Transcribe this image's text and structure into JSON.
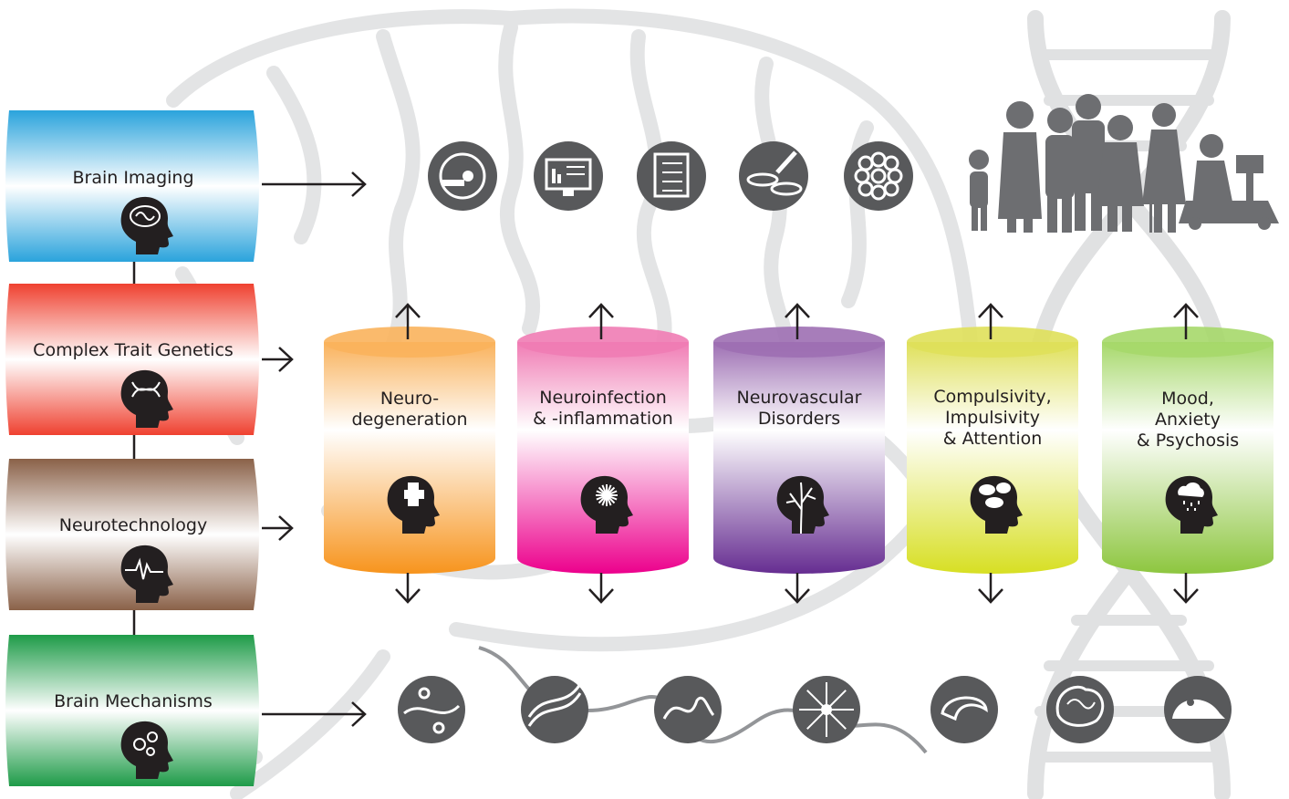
{
  "platforms": [
    {
      "label": "Brain Imaging",
      "icon": "brain-head-icon",
      "color": "#2aa3dc"
    },
    {
      "label": "Complex Trait Genetics",
      "icon": "dna-head-icon",
      "color": "#ef4130"
    },
    {
      "label": "Neurotechnology",
      "icon": "signal-head-icon",
      "color": "#8a6148"
    },
    {
      "label": "Brain Mechanisms",
      "icon": "gears-head-icon",
      "color": "#1e9b48"
    }
  ],
  "disorders": [
    {
      "line1": "Neuro-",
      "line2": "degeneration",
      "line3": "",
      "icon": "puzzle-head-icon",
      "top": "#f9b25c",
      "bottom": "#f7941d"
    },
    {
      "line1": "Neuroinfection",
      "line2": "& -inflammation",
      "line3": "",
      "icon": "burst-head-icon",
      "top": "#f07cb4",
      "bottom": "#ec008c"
    },
    {
      "line1": "Neurovascular",
      "line2": "Disorders",
      "line3": "",
      "icon": "vessel-head-icon",
      "top": "#9d6fb3",
      "bottom": "#662d91"
    },
    {
      "line1": "Compulsivity,",
      "line2": "Impulsivity",
      "line3": "& Attention",
      "icon": "thought-head-icon",
      "top": "#dfe05a",
      "bottom": "#d7df23"
    },
    {
      "line1": "Mood,",
      "line2": "Anxiety",
      "line3": "& Psychosis",
      "icon": "raincloud-head-icon",
      "top": "#a6d86a",
      "bottom": "#8dc63f"
    }
  ],
  "top_icons": [
    "scanner-icon",
    "monitor-chart-icon",
    "checklist-icon",
    "petri-dish-icon",
    "cells-icon"
  ],
  "bottom_icons": [
    "dna-sequence-icon",
    "dna-helix-icon",
    "neuron-icon",
    "neuron-network-icon",
    "hippocampus-icon",
    "brain-icon",
    "mouse-icon"
  ],
  "background": [
    "brain-outline-icon",
    "dna-helix-background-icon",
    "family-silhouette-icon"
  ],
  "colors": {
    "dark": "#231f20",
    "icon_circle": "#58595b",
    "background_lines": "#e0e1e2"
  }
}
